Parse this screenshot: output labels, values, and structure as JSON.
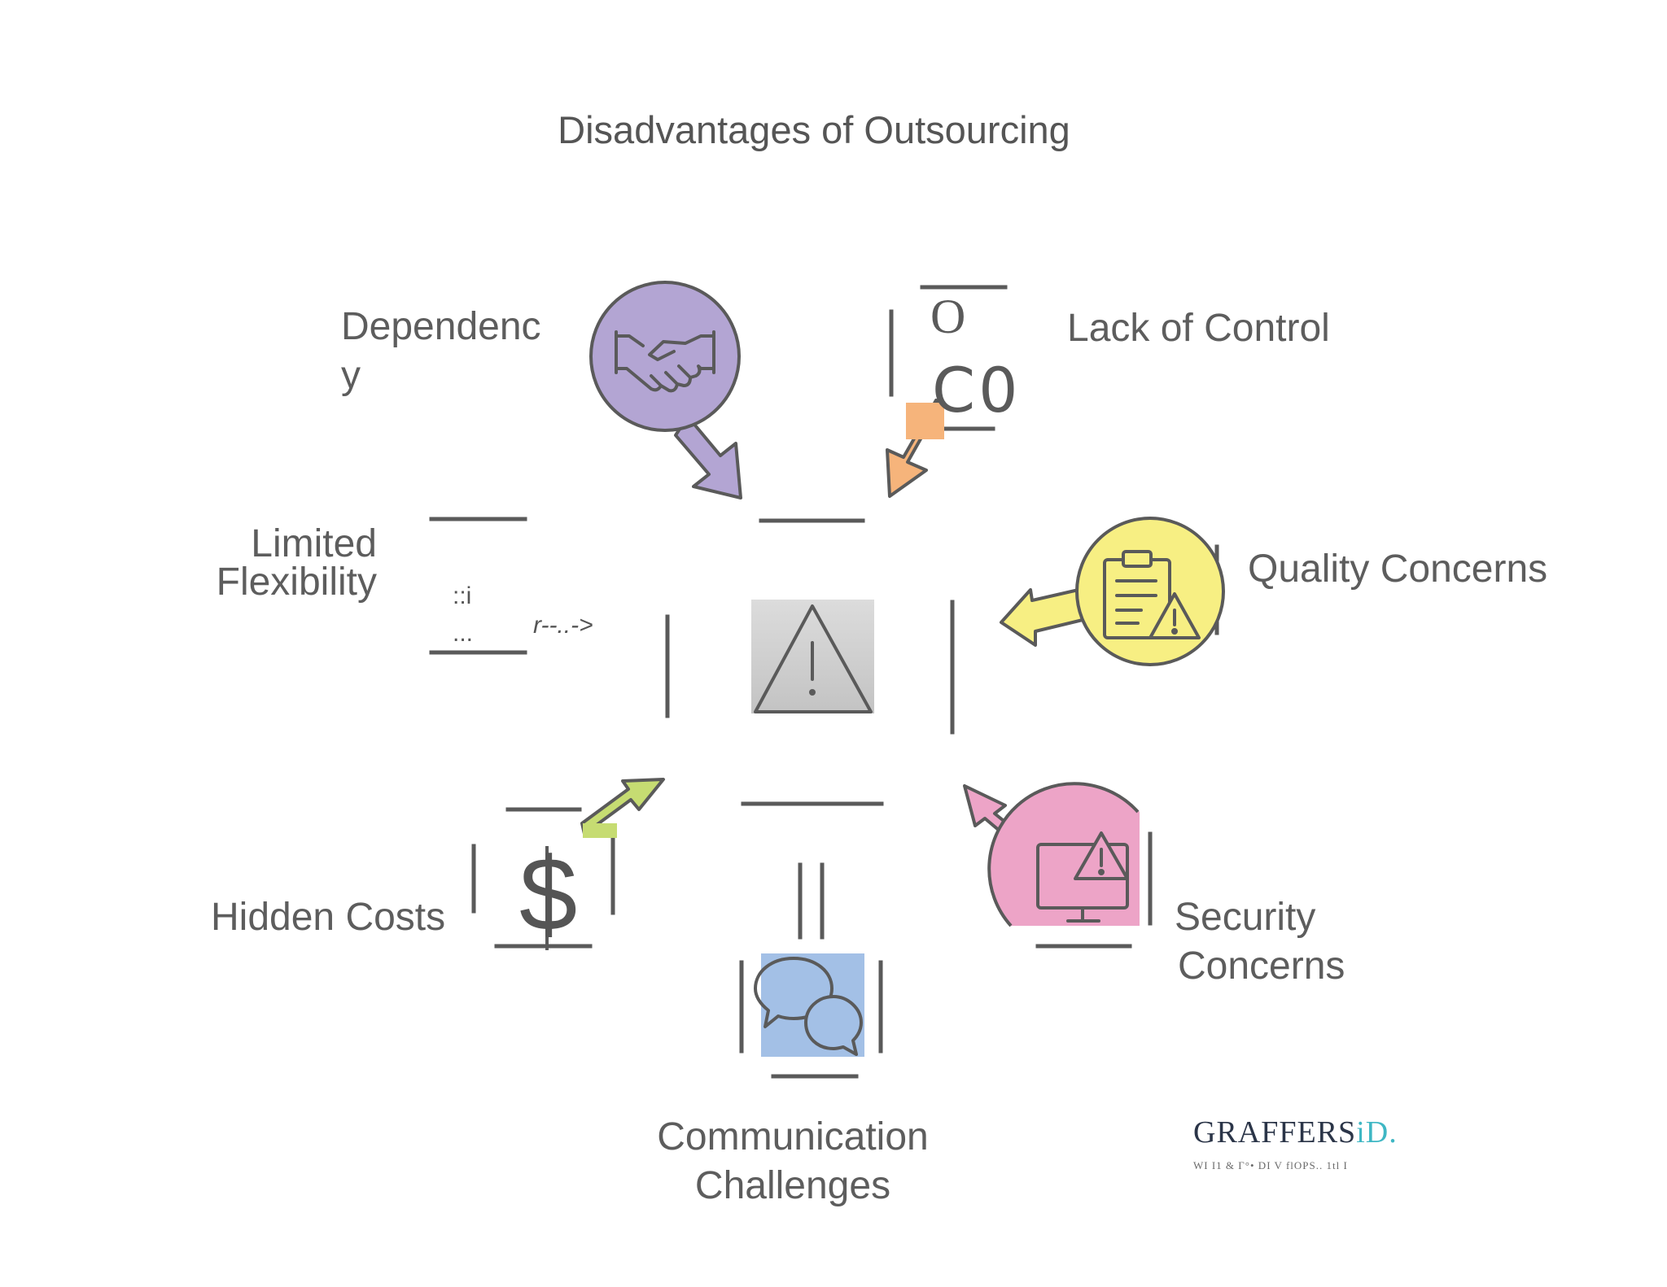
{
  "title": "Disadvantages of Outsourcing",
  "center": {
    "icon": "warning-icon"
  },
  "items": [
    {
      "id": "dependency",
      "lines": [
        "Dependenc",
        "y"
      ],
      "icon": "handshake-icon",
      "color": "#b3a5d3"
    },
    {
      "id": "lack-of-control",
      "lines": [
        "Lack of Control"
      ],
      "icon": "control-icon",
      "color": "#f6b47b",
      "glyph_top": "O",
      "glyph_bottom": "C0"
    },
    {
      "id": "quality-concerns",
      "lines": [
        "Quality Concerns"
      ],
      "icon": "clipboard-warning-icon",
      "color": "#f7ef83"
    },
    {
      "id": "security-concerns",
      "lines": [
        "Security",
        "Concerns"
      ],
      "icon": "monitor-warning-icon",
      "color": "#eda4c7"
    },
    {
      "id": "communication-challenges",
      "lines": [
        "Communication",
        "Challenges"
      ],
      "icon": "chat-bubbles-icon",
      "color": "#a3c0e6"
    },
    {
      "id": "hidden-costs",
      "lines": [
        "Hidden Costs"
      ],
      "icon": "dollar-icon",
      "color": "#c6dc72",
      "glyph": "$"
    },
    {
      "id": "limited-flexibility",
      "lines": [
        "Limited",
        "Flexibility"
      ],
      "icon": "flexibility-icon",
      "color": "#cccccc",
      "glyph_a": "::i",
      "glyph_b": "...",
      "arrow_text": "r--..->"
    }
  ],
  "logo": {
    "main": "GRAFFERS",
    "accent": "iD.",
    "sub": "WI I1 &   Γ°•   DI V flOPS.. 1tl I"
  }
}
